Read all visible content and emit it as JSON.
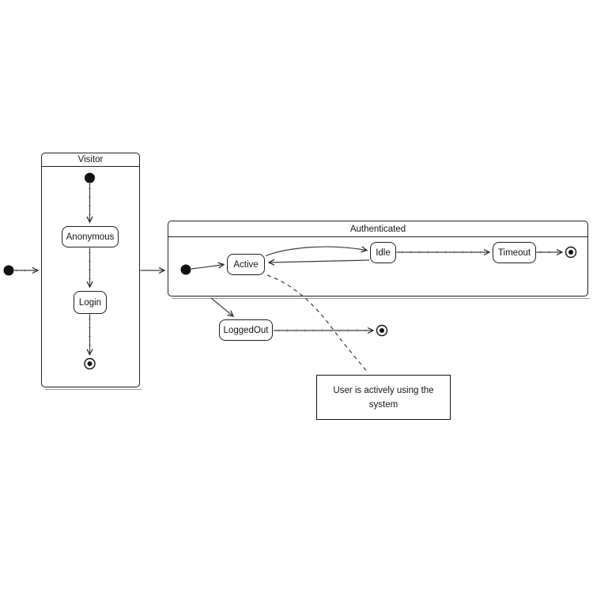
{
  "diagram": {
    "type": "uml-state-diagram",
    "visitor": {
      "title": "Visitor",
      "states": [
        {
          "id": "anonymous",
          "label": "Anonymous"
        },
        {
          "id": "login",
          "label": "Login"
        }
      ]
    },
    "authenticated": {
      "title": "Authenticated",
      "states": [
        {
          "id": "active",
          "label": "Active"
        },
        {
          "id": "idle",
          "label": "Idle"
        },
        {
          "id": "timeout",
          "label": "Timeout"
        }
      ]
    },
    "states": [
      {
        "id": "loggedout",
        "label": "LoggedOut"
      }
    ],
    "note": {
      "line1": "User is actively using the",
      "line2": "system"
    },
    "transitions": [
      "start -> Visitor",
      "Visitor.start -> Anonymous",
      "Anonymous -> Login",
      "Login -> Visitor.final",
      "Visitor -> Authenticated",
      "Authenticated.start -> Active",
      "Active -> Idle",
      "Idle -> Active",
      "Idle -> Timeout",
      "Timeout -> Authenticated.final",
      "Authenticated -> LoggedOut",
      "LoggedOut -> final"
    ],
    "colors": {
      "background": "#ffffff",
      "node_fill": "#ffffff",
      "stroke": "#1f1f1f",
      "edge": "#3d3d3d",
      "shadow": "#9a9a9a"
    }
  }
}
